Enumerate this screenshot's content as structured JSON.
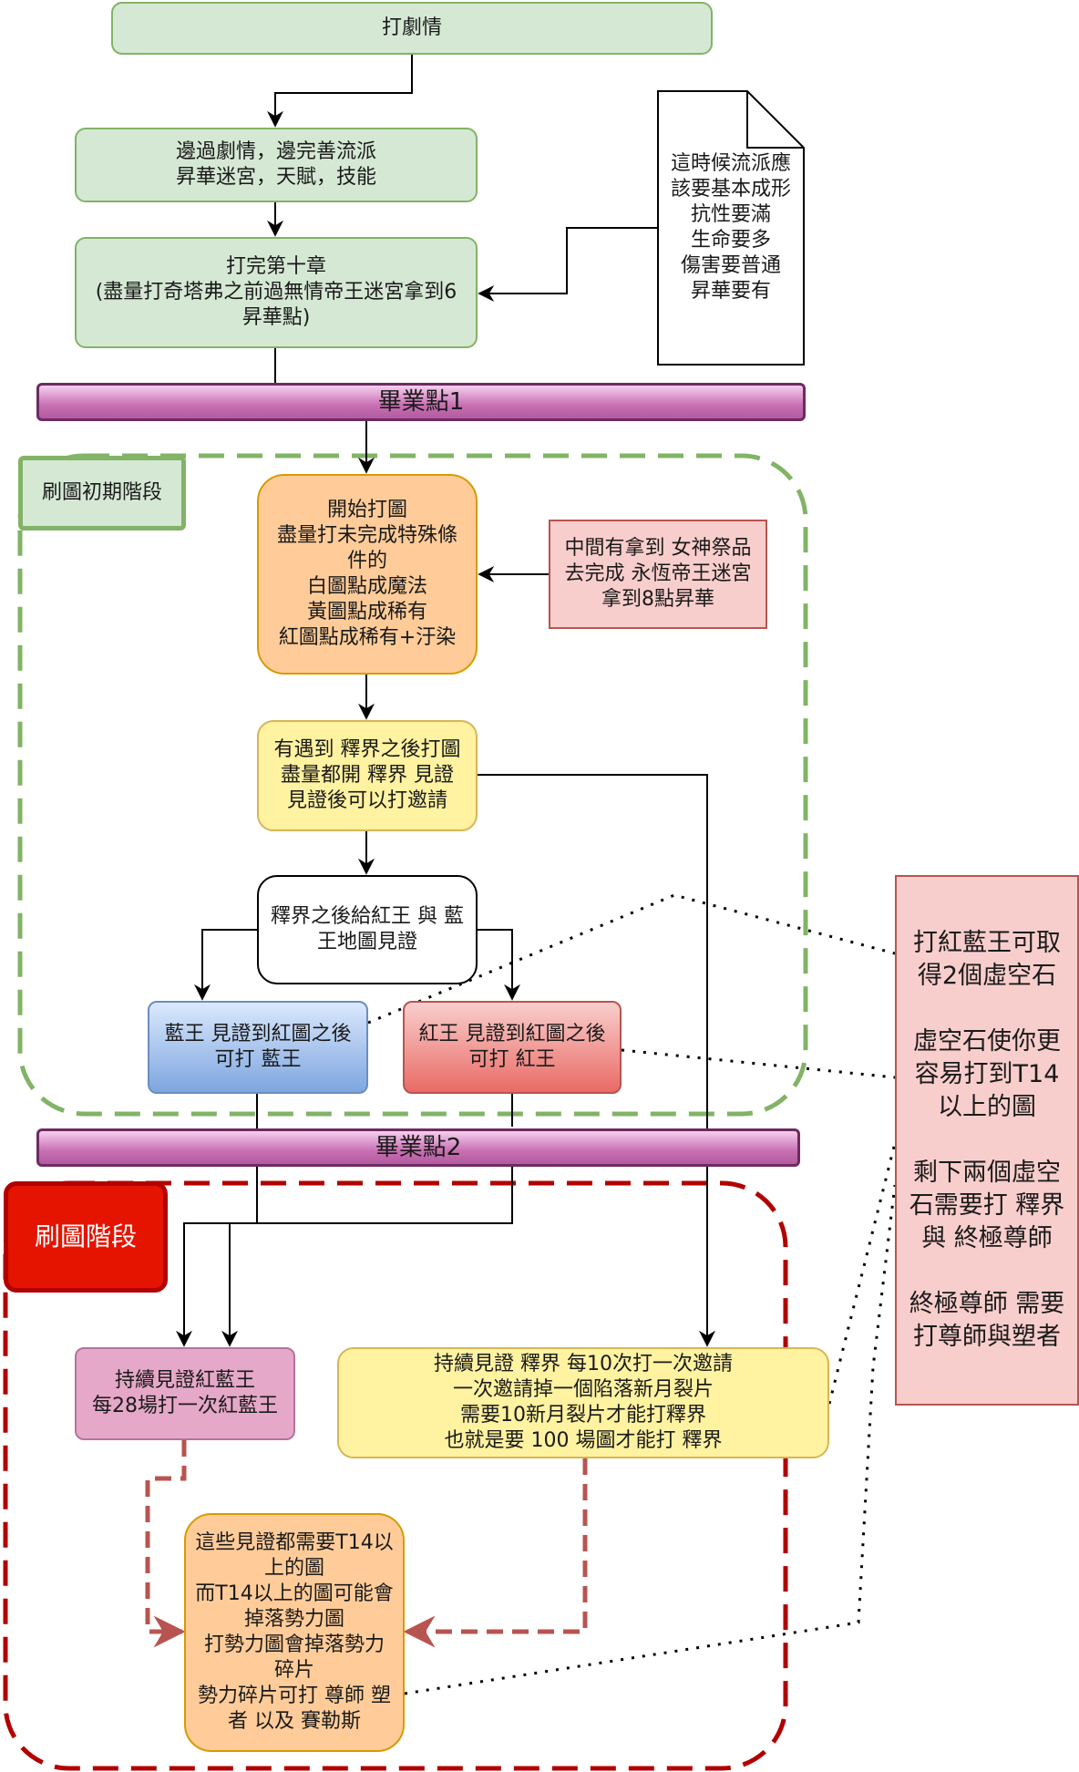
{
  "nodes": {
    "start": "打劇情",
    "side_quest": "邊過劇情，邊完善流派\n昇華迷宮，天賦，技能",
    "chapter10": "打完第十章\n(盡量打奇塔弗之前過無情帝王迷宮拿到6\n昇華點)",
    "doc_note": "這時候流派應\n該要基本成形\n抗性要滿\n生命要多\n傷害要普通\n昇華要有",
    "graduation1": "畢業點1",
    "phase_early_label": "刷圖初期階段",
    "start_mapping": "開始打圖\n盡量打未完成特殊條\n件的\n白圖點成魔法\n黃圖點成稀有\n紅圖點成稀有+汙染",
    "goddess_note": "中間有拿到 女神祭品\n去完成 永恆帝王迷宮\n拿到8點昇華",
    "liberation": "有遇到 釋界之後打圖\n盡量都開 釋界 見證\n見證後可以打邀請",
    "after_liberation": "釋界之後給紅王 與 藍\n王地圖見證",
    "blue_king": "藍王 見證到紅圖之後\n可打 藍王",
    "red_king": "紅王 見證到紅圖之後\n可打 紅王",
    "graduation2": "畢業點2",
    "phase_map_label": "刷圖階段",
    "continue_kings": "持續見證紅藍王\n每28場打一次紅藍王",
    "continue_liberation": "持續見證 釋界 每10次打一次邀請\n一次邀請掉一個陷落新月裂片\n需要10新月裂片才能打釋界\n也就是要 100 場圖才能打 釋界",
    "t14_note": "這些見證都需要T14以\n上的圖\n而T14以上的圖可能會\n掉落勢力圖\n打勢力圖會掉落勢力\n碎片\n勢力碎片可打 尊師 塑\n者 以及 賽勒斯",
    "side_note": "打紅藍王可取\n得2個虛空石\n\n虛空石使你更\n容易打到T14\n以上的圖\n\n剩下兩個虛空\n石需要打 釋界\n與 終極尊師\n\n終極尊師 需要\n打尊師與塑者"
  },
  "colors": {
    "green_phase_border": "#82b366",
    "red_phase_border": "#b20000",
    "dashed_arrow": "#b85450"
  }
}
